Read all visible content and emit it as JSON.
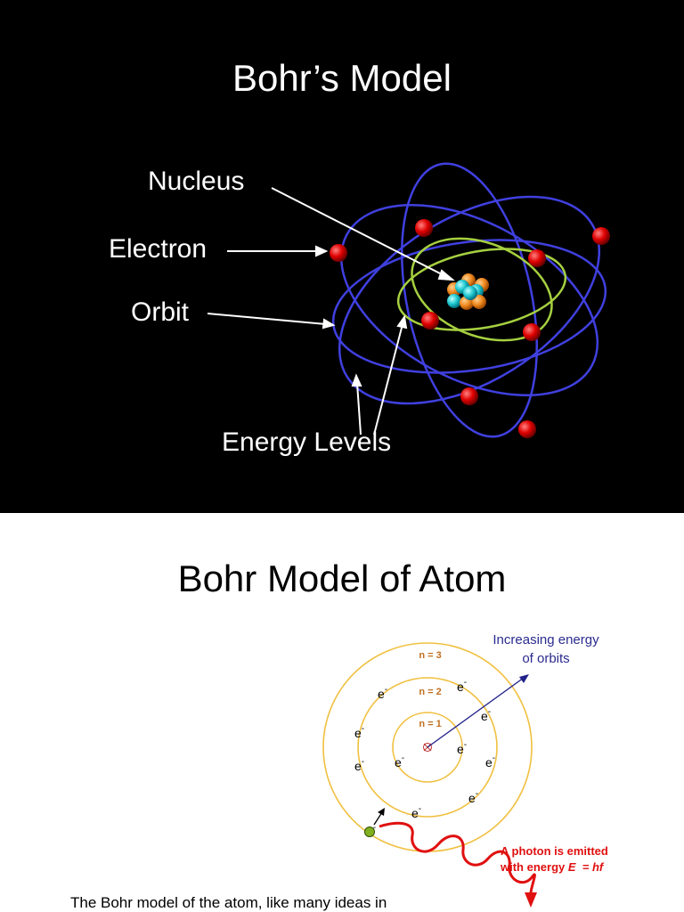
{
  "slide1": {
    "title": "Bohr’s Model",
    "labels": {
      "nucleus": "Nucleus",
      "electron": "Electron",
      "orbit": "Orbit",
      "energy_levels": "Energy Levels"
    },
    "colors": {
      "background": "#000000",
      "outer_orbit": "#4040e0",
      "inner_orbit": "#a6d040",
      "electron": "#e00000",
      "proton": "#f08a20",
      "neutron": "#20c8d0"
    }
  },
  "slide2": {
    "title": "Bohr Model of Atom",
    "energy_note": [
      "Increasing energy",
      "of orbits"
    ],
    "levels": [
      "n = 3",
      "n = 2",
      "n = 1"
    ],
    "electron_symbol": "e",
    "electron_sup": "-",
    "photon_note_line1": "A photon is emitted",
    "photon_note_prefix": "with energy ",
    "photon_formula": "E  = hf",
    "caption": "The Bohr model of the atom, like many ideas in",
    "colors": {
      "orbit": "#f0c040",
      "level_label": "#c07020",
      "arrow": "#22228a",
      "photon": "#e01010"
    }
  }
}
